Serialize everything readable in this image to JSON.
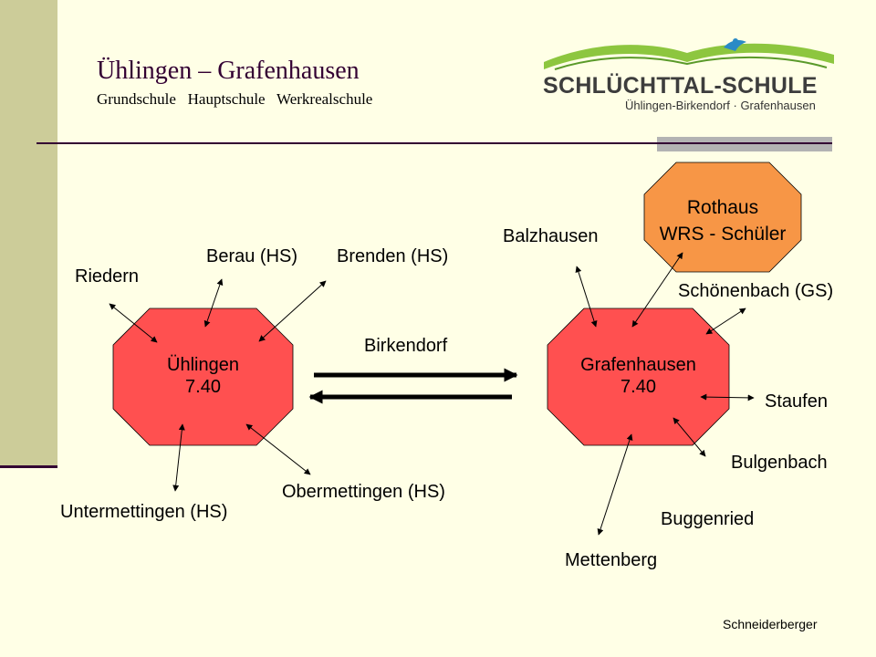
{
  "header": {
    "title": "Ühlingen – Grafenhausen",
    "subtitle": "Grundschule   Hauptschule   Werkrealschule"
  },
  "logo": {
    "name": "SCHLÜCHTTAL-SCHULE",
    "tagline": "Ühlingen-Birkendorf · Grafenhausen"
  },
  "nodes": {
    "uehlingen": {
      "name": "Ühlingen",
      "time": "7.40"
    },
    "grafenhausen": {
      "name": "Grafenhausen",
      "time": "7.40"
    },
    "rothaus": {
      "line1": "Rothaus",
      "line2": "WRS - Schüler"
    }
  },
  "places": {
    "riedern": "Riedern",
    "berau": "Berau (HS)",
    "brenden": "Brenden (HS)",
    "birkendorf": "Birkendorf",
    "untermettingen": "Untermettingen (HS)",
    "obermettingen": "Obermettingen (HS)",
    "balzhausen": "Balzhausen",
    "schoenenbach": "Schönenbach (GS)",
    "staufen": "Staufen",
    "bulgenbach": "Bulgenbach",
    "buggenried": "Buggenried",
    "mettenberg": "Mettenberg"
  },
  "footer": {
    "author": "Schneiderberger"
  },
  "colors": {
    "background": "#ffffe6",
    "sidebar": "#cccc99",
    "school_node": "#ff5050",
    "wrs_node": "#f79646",
    "logo_green": "#8dc63f",
    "logo_blue": "#2a8ac6"
  }
}
